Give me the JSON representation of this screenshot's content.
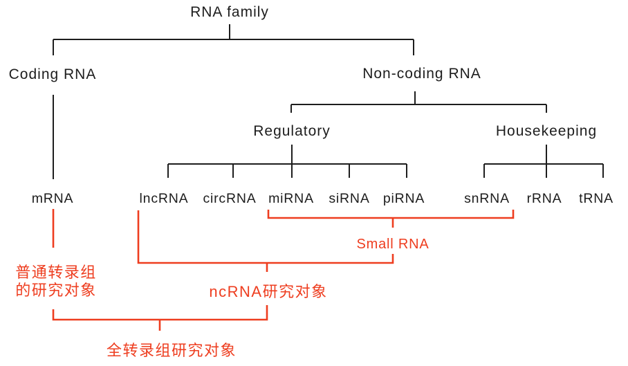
{
  "figure": {
    "background": "#ffffff",
    "line_color": "#1d1d1d",
    "accent_color": "#ee3d1f"
  },
  "nodes": {
    "rna_family": "RNA family",
    "coding_rna": "Coding RNA",
    "non_coding_rna": "Non-coding RNA",
    "regulatory": "Regulatory",
    "housekeeping": "Housekeeping",
    "mrna": "mRNA",
    "lncrna": "lncRNA",
    "circrna": "circRNA",
    "mirna": "miRNA",
    "sirna": "siRNA",
    "pirna": "piRNA",
    "snrna": "snRNA",
    "rrna": "rRNA",
    "trna": "tRNA"
  },
  "hierarchy": {
    "RNA family": [
      "Coding RNA",
      "Non-coding RNA"
    ],
    "Coding RNA": [
      "mRNA"
    ],
    "Non-coding RNA": [
      "Regulatory",
      "Housekeeping"
    ],
    "Regulatory": [
      "lncRNA",
      "circRNA",
      "miRNA",
      "siRNA",
      "piRNA"
    ],
    "Housekeeping": [
      "snRNA",
      "rRNA",
      "tRNA"
    ]
  },
  "annotations": {
    "small_rna_label": "Small RNA",
    "small_rna_covers": [
      "miRNA",
      "siRNA",
      "piRNA",
      "snRNA"
    ],
    "mrna_note_line1": "普通转录组",
    "mrna_note_line2": "的研究对象",
    "ncrna_note": "ncRNA研究对象",
    "ncrna_note_covers": [
      "lncRNA",
      "circRNA",
      "Small RNA"
    ],
    "whole_transcriptome_note": "全转录组研究对象",
    "whole_transcriptome_covers": [
      "普通转录组的研究对象",
      "ncRNA研究对象"
    ]
  }
}
